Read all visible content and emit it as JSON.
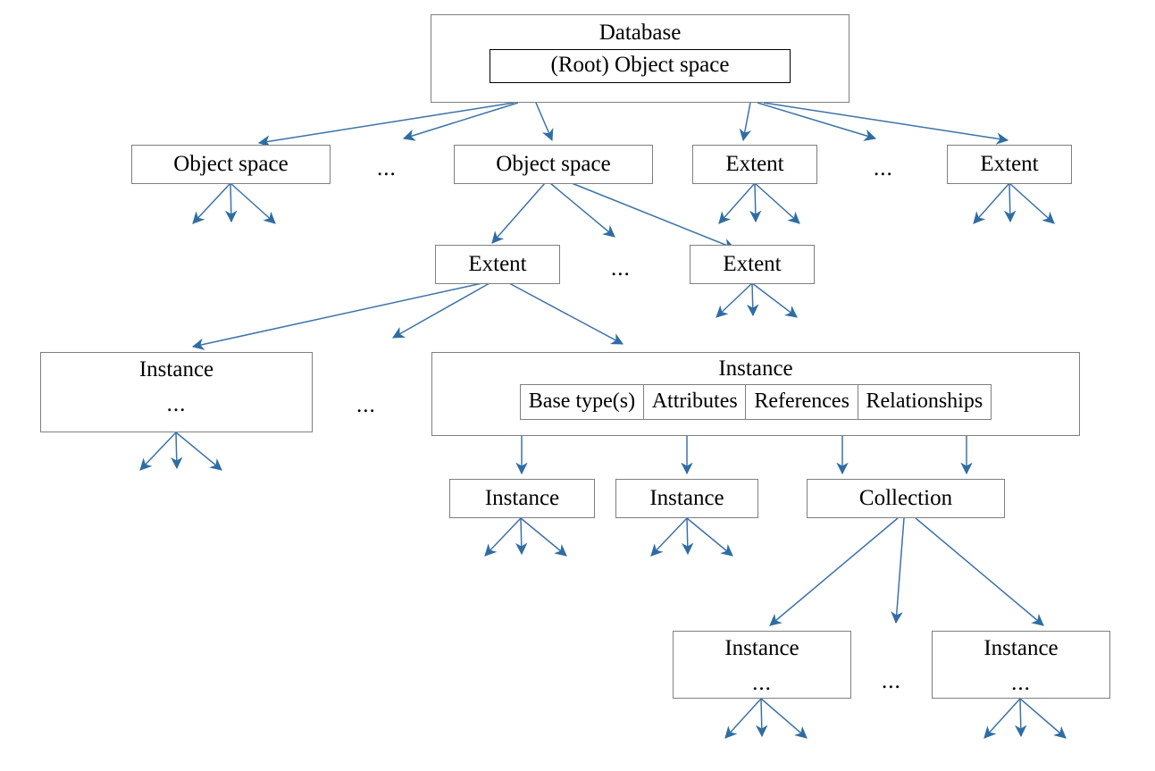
{
  "diagram": {
    "title": "Database object space / extent / instance hierarchy",
    "colors": {
      "arrow": "#2e6da4",
      "arrow_line": "#3c72a8",
      "box_border": "#7f7f7f",
      "inner_box_border": "#000000",
      "text": "#000000",
      "background": "#ffffff"
    },
    "ellipsis_label": "...",
    "nodes": {
      "database": {
        "title": "Database",
        "inner": "(Root) Object space"
      },
      "object_space_left": {
        "title": "Object space"
      },
      "object_space_mid": {
        "title": "Object space"
      },
      "extent_r2_left": {
        "title": "Extent"
      },
      "extent_r2_right": {
        "title": "Extent"
      },
      "extent_r3_left": {
        "title": "Extent"
      },
      "extent_r3_right": {
        "title": "Extent"
      },
      "instance_left": {
        "title": "Instance",
        "dots": "..."
      },
      "instance_detail": {
        "title": "Instance",
        "cells": [
          "Base type(s)",
          "Attributes",
          "References",
          "Relationships"
        ]
      },
      "instance_base_type": {
        "title": "Instance"
      },
      "instance_attributes": {
        "title": "Instance"
      },
      "collection": {
        "title": "Collection"
      },
      "instance_coll_left": {
        "title": "Instance",
        "dots": "..."
      },
      "instance_coll_right": {
        "title": "Instance",
        "dots": "..."
      }
    },
    "ellipses": [
      {
        "name": "ellipsis-row2-a",
        "label": "..."
      },
      {
        "name": "ellipsis-row2-b",
        "label": "..."
      },
      {
        "name": "ellipsis-row3",
        "label": "..."
      },
      {
        "name": "ellipsis-row4",
        "label": "..."
      },
      {
        "name": "ellipsis-row6",
        "label": "..."
      }
    ]
  }
}
